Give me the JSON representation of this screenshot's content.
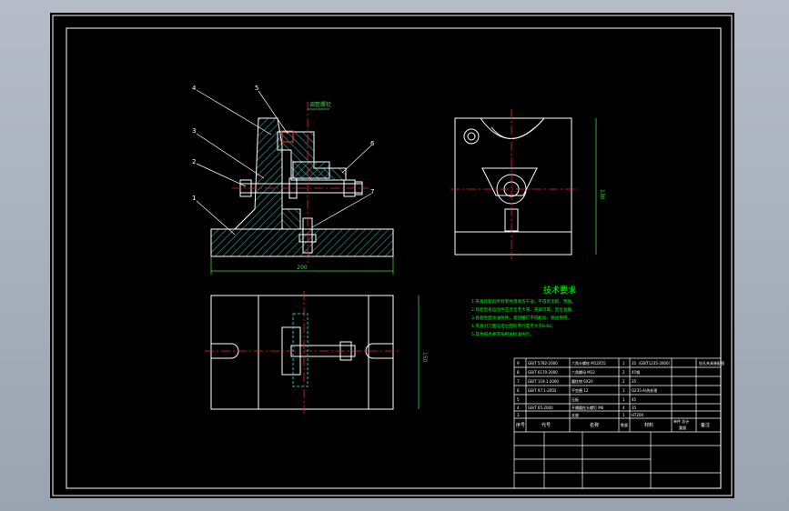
{
  "colors": {
    "background": "#000000",
    "viewport": "#a9b1bd",
    "outline": "#ffffff",
    "hatch": "#2f8f8f",
    "cyan": "#00c8c8",
    "centerline": "#ff2020",
    "dimension": "#40d040",
    "notes": "#00ff00",
    "callout_text": "#ffffff"
  },
  "callouts": [
    "1",
    "2",
    "3",
    "4",
    "5",
    "6",
    "7"
  ],
  "front_view": {
    "top_note": "调整螺栓",
    "width_dim": "200"
  },
  "side_view": {
    "height_dim": "130"
  },
  "top_view": {
    "height_dim": "150"
  },
  "tech_requirements": {
    "title": "技术要求",
    "lines": [
      "1.夹具装配前所有零件须清洗干净，不得有毛刺、锈蚀。",
      "2.装配后各运动件应灵活无卡滞，夹紧可靠，定位准确。",
      "3.各配合面涂油防锈，紧固螺钉不得松动，锐边倒钝。",
      "4.夹具对刀面与定位面的平行度不大于0.02。",
      "5.其余技术要求按相关标准执行。"
    ]
  },
  "bom": {
    "rows": [
      {
        "no": "9",
        "code": "GB/T 5782-2000",
        "name": "六角头螺栓 M12X55",
        "qty": "1",
        "mat": "35（GB/T1235-2000）",
        "note": ""
      },
      {
        "no": "8",
        "code": "GB/T 6170-2000",
        "name": "六角螺母 M12",
        "qty": "2",
        "mat": "45钢",
        "note": ""
      },
      {
        "no": "7",
        "code": "GB/T 119.1-2000",
        "name": "圆柱销 6X20",
        "qty": "2",
        "mat": "35",
        "note": ""
      },
      {
        "no": "6",
        "code": "GB/T 97.1-2002",
        "name": "平垫圈 12",
        "qty": "1",
        "mat": "Q235-A/热处理",
        "note": ""
      },
      {
        "no": "5",
        "code": "",
        "name": "压板",
        "qty": "1",
        "mat": "45",
        "note": ""
      },
      {
        "no": "4",
        "code": "GB/T 65-2000",
        "name": "开槽圆柱头螺钉 M6",
        "qty": "4",
        "mat": "35",
        "note": ""
      },
      {
        "no": "3",
        "code": "",
        "name": "支座",
        "qty": "1",
        "mat": "HT200",
        "note": ""
      }
    ],
    "header": {
      "no": "序号",
      "code": "代号",
      "name": "名称",
      "qty": "数量",
      "mat": "材料",
      "weight": "单件 总计",
      "weight_sub": "重量",
      "note": "备注"
    },
    "title_block_name": "钻孔夹具装配图"
  }
}
